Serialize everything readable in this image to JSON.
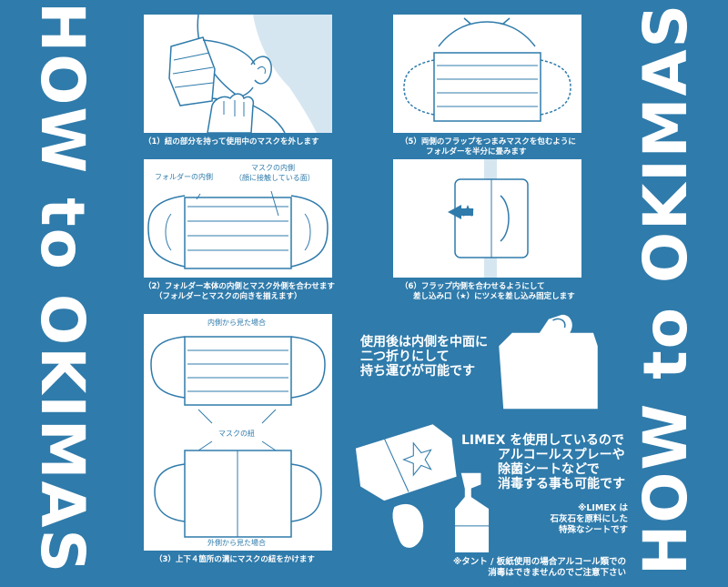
{
  "title": "HOW to OKIMAS",
  "steps": [
    {
      "caption": "（1）紐の部分を持って使用中のマスクを外します"
    },
    {
      "caption_line1": "（2）フォルダー本体の内側とマスク外側を合わせます",
      "caption_line2": "（フォルダーとマスクの向きを揃えます）",
      "label_folder": "フォルダーの内側",
      "label_mask_line1": "マスクの内側",
      "label_mask_line2": "（顔に接触している面）"
    },
    {
      "caption": "（3）上下４箇所の溝にマスクの紐をかけます",
      "label_inside": "内側から見た場合",
      "label_string": "マスクの紐",
      "label_outside": "外側から見た場合"
    },
    {
      "caption_line1": "（5）両側のフラップをつまみマスクを包むように",
      "caption_line2": "フォルダーを半分に畳みます"
    },
    {
      "caption_line1": "（6）フラップ内側を合わせるようにして",
      "caption_line2": "差し込み口（★）にツメを差し込み固定します"
    }
  ],
  "note_carry": [
    "使用後は内側を中面に",
    "二つ折りにして",
    "持ち運びが可能です"
  ],
  "note_limex": [
    "LIMEX を使用しているので",
    "アルコールスプレーや",
    "除菌シートなどで",
    "消毒する事も可能です"
  ],
  "note_limex_detail": [
    "※LIMEX は",
    "石灰石を原料にした",
    "特殊なシートです"
  ],
  "note_tant": [
    "※タント / 板紙使用の場合アルコール類での",
    "消毒はできませんのでご注意下さい"
  ],
  "colors": {
    "background": "#2f7bab",
    "line": "#2f7bab",
    "panel": "#ffffff"
  }
}
